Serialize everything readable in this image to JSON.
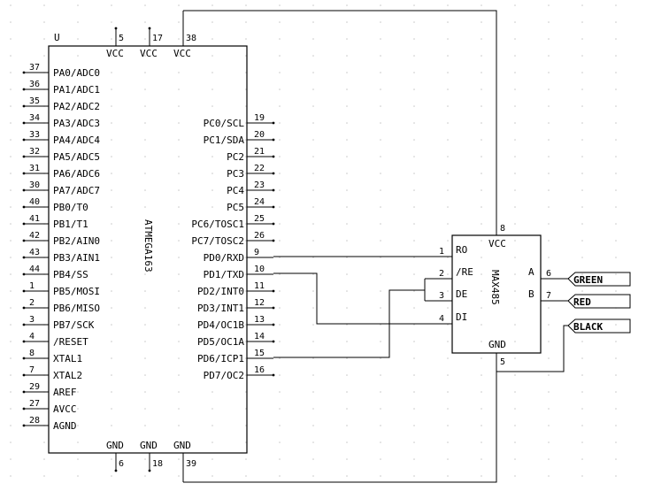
{
  "ic_u": {
    "ref": "U",
    "name": "ATMEGA163",
    "power_top": [
      {
        "label": "VCC",
        "pin": "5"
      },
      {
        "label": "VCC",
        "pin": "17"
      },
      {
        "label": "VCC",
        "pin": "38"
      }
    ],
    "power_bottom": [
      {
        "label": "GND",
        "pin": "6"
      },
      {
        "label": "GND",
        "pin": "18"
      },
      {
        "label": "GND",
        "pin": "39"
      }
    ],
    "left_pins": [
      {
        "pin": "37",
        "label": "PA0/ADC0"
      },
      {
        "pin": "36",
        "label": "PA1/ADC1"
      },
      {
        "pin": "35",
        "label": "PA2/ADC2"
      },
      {
        "pin": "34",
        "label": "PA3/ADC3"
      },
      {
        "pin": "33",
        "label": "PA4/ADC4"
      },
      {
        "pin": "32",
        "label": "PA5/ADC5"
      },
      {
        "pin": "31",
        "label": "PA6/ADC6"
      },
      {
        "pin": "30",
        "label": "PA7/ADC7"
      },
      {
        "pin": "40",
        "label": "PB0/T0"
      },
      {
        "pin": "41",
        "label": "PB1/T1"
      },
      {
        "pin": "42",
        "label": "PB2/AIN0"
      },
      {
        "pin": "43",
        "label": "PB3/AIN1"
      },
      {
        "pin": "44",
        "label": "PB4/SS"
      },
      {
        "pin": "1",
        "label": "PB5/MOSI"
      },
      {
        "pin": "2",
        "label": "PB6/MISO"
      },
      {
        "pin": "3",
        "label": "PB7/SCK"
      },
      {
        "pin": "4",
        "label": "/RESET"
      },
      {
        "pin": "8",
        "label": "XTAL1"
      },
      {
        "pin": "7",
        "label": "XTAL2"
      },
      {
        "pin": "29",
        "label": "AREF"
      },
      {
        "pin": "27",
        "label": "AVCC"
      },
      {
        "pin": "28",
        "label": "AGND"
      }
    ],
    "right_pins": [
      {
        "pin": "19",
        "label": "PC0/SCL"
      },
      {
        "pin": "20",
        "label": "PC1/SDA"
      },
      {
        "pin": "21",
        "label": "PC2"
      },
      {
        "pin": "22",
        "label": "PC3"
      },
      {
        "pin": "23",
        "label": "PC4"
      },
      {
        "pin": "24",
        "label": "PC5"
      },
      {
        "pin": "25",
        "label": "PC6/TOSC1"
      },
      {
        "pin": "26",
        "label": "PC7/TOSC2"
      },
      {
        "pin": "9",
        "label": "PD0/RXD"
      },
      {
        "pin": "10",
        "label": "PD1/TXD"
      },
      {
        "pin": "11",
        "label": "PD2/INT0"
      },
      {
        "pin": "12",
        "label": "PD3/INT1"
      },
      {
        "pin": "13",
        "label": "PD4/OC1B"
      },
      {
        "pin": "14",
        "label": "PD5/OC1A"
      },
      {
        "pin": "15",
        "label": "PD6/ICP1"
      },
      {
        "pin": "16",
        "label": "PD7/OC2"
      }
    ]
  },
  "ic_max": {
    "name": "MAX485",
    "vcc": {
      "label": "VCC",
      "pin": "8"
    },
    "gnd": {
      "label": "GND",
      "pin": "5"
    },
    "left_pins": [
      {
        "pin": "1",
        "label": "RO"
      },
      {
        "pin": "2",
        "label": "/RE"
      },
      {
        "pin": "3",
        "label": "DE"
      },
      {
        "pin": "4",
        "label": "DI"
      }
    ],
    "right_pins": [
      {
        "pin": "6",
        "label": "A"
      },
      {
        "pin": "7",
        "label": "B"
      }
    ]
  },
  "connectors": [
    "GREEN",
    "RED",
    "BLACK"
  ]
}
